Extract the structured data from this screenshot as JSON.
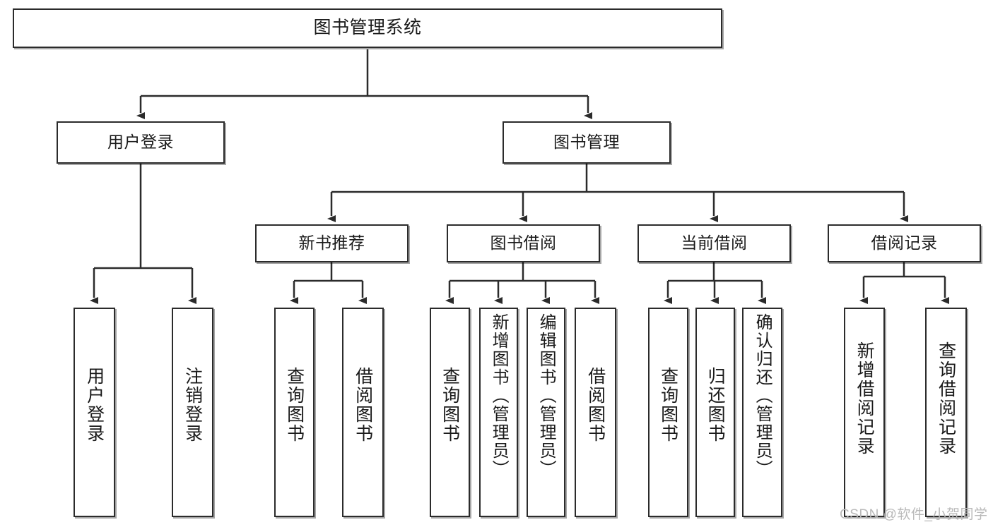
{
  "diagram": {
    "title": "图书管理系统",
    "type": "tree-structure-chart",
    "root": {
      "id": "root",
      "label": "图书管理系统"
    },
    "level2": [
      {
        "id": "user-login",
        "label": "用户登录"
      },
      {
        "id": "book-management",
        "label": "图书管理"
      }
    ],
    "level3": [
      {
        "id": "new-book-recommend",
        "label": "新书推荐",
        "parent": "book-management"
      },
      {
        "id": "book-borrow",
        "label": "图书借阅",
        "parent": "book-management"
      },
      {
        "id": "current-borrow",
        "label": "当前借阅",
        "parent": "book-management"
      },
      {
        "id": "borrow-record",
        "label": "借阅记录",
        "parent": "book-management"
      }
    ],
    "leaves": [
      {
        "id": "leaf-user-login",
        "label": "用户登录",
        "parent": "user-login"
      },
      {
        "id": "leaf-logout-login",
        "label": "注销登录",
        "parent": "user-login"
      },
      {
        "id": "leaf-query-book-1",
        "label": "查询图书",
        "parent": "new-book-recommend"
      },
      {
        "id": "leaf-borrow-book-1",
        "label": "借阅图书",
        "parent": "new-book-recommend"
      },
      {
        "id": "leaf-query-book-2",
        "label": "查询图书",
        "parent": "book-borrow"
      },
      {
        "id": "leaf-add-book",
        "label": "新增图书（管理员）",
        "parent": "book-borrow"
      },
      {
        "id": "leaf-edit-book",
        "label": "编辑图书（管理员）",
        "parent": "book-borrow"
      },
      {
        "id": "leaf-borrow-book-2",
        "label": "借阅图书",
        "parent": "book-borrow"
      },
      {
        "id": "leaf-query-book-3",
        "label": "查询图书",
        "parent": "current-borrow"
      },
      {
        "id": "leaf-return-book",
        "label": "归还图书",
        "parent": "current-borrow"
      },
      {
        "id": "leaf-confirm-return",
        "label": "确认归还（管理员）",
        "parent": "current-borrow"
      },
      {
        "id": "leaf-add-record",
        "label": "新增借阅记录",
        "parent": "borrow-record"
      },
      {
        "id": "leaf-query-record",
        "label": "查询借阅记录",
        "parent": "borrow-record"
      }
    ],
    "colors": {
      "stroke": "#2b2b2b",
      "fill": "#ffffff",
      "text": "#1a1a1a",
      "watermark": "#b9b9b9"
    }
  },
  "watermark": {
    "text": "CSDN @软件_小贺同学"
  }
}
